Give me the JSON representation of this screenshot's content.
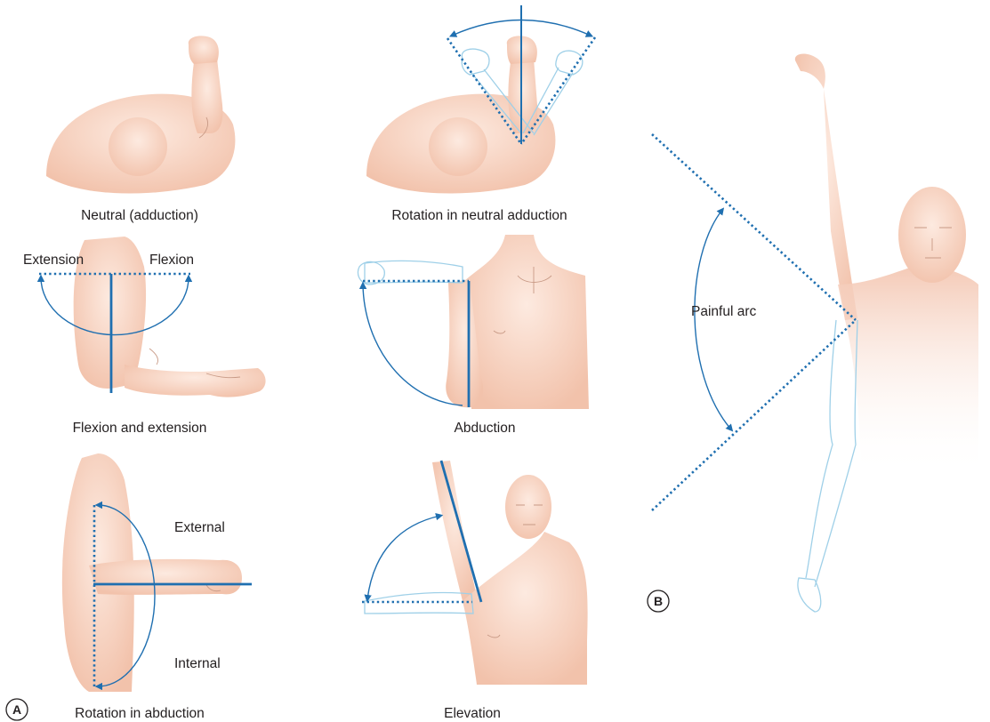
{
  "labels": {
    "neutral": "Neutral (adduction)",
    "rotation_neutral": "Rotation in neutral adduction",
    "extension": "Extension",
    "flexion": "Flexion",
    "flexion_extension": "Flexion and extension",
    "abduction": "Abduction",
    "external": "External",
    "internal": "Internal",
    "rotation_abduction": "Rotation in abduction",
    "elevation": "Elevation",
    "painful_arc": "Painful arc"
  },
  "panels": {
    "a": "A",
    "b": "B"
  },
  "colors": {
    "line": "#1f6fb0",
    "ghost_limb": "#9fd0e8",
    "skin": "#f7d2c0",
    "text": "#231f20"
  }
}
